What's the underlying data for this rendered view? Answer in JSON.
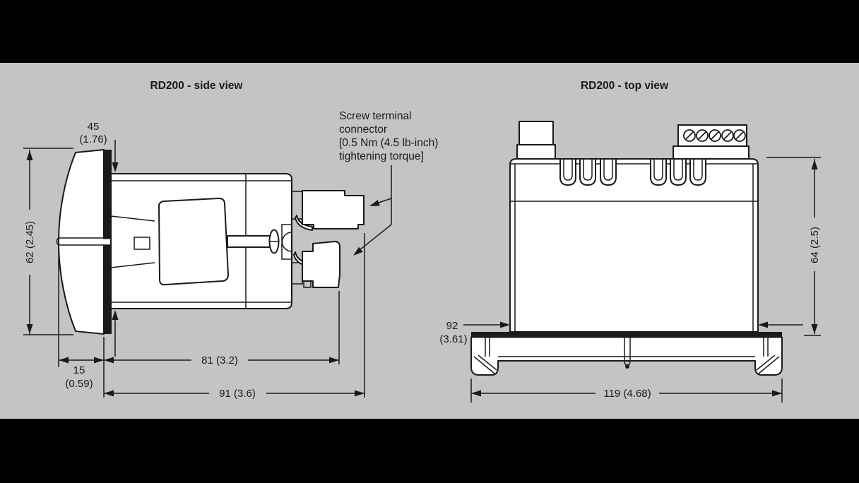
{
  "colors": {
    "letterbox": "#000000",
    "canvas": "#c4c4c4",
    "ink": "#1a1a1a"
  },
  "side_view": {
    "title": "RD200 - side view",
    "connector_label": [
      "Screw terminal",
      "connector",
      "[0.5 Nm (4.5 lb-inch)",
      "tightening torque]"
    ],
    "dims": {
      "body_height_mm": "45",
      "body_height_in": "(1.76)",
      "bezel_height": "62 (2.45)",
      "front_depth_mm": "15",
      "front_depth_in": "(0.59)",
      "behind_panel_depth": "81 (3.2)",
      "overall_depth": "91 (3.6)"
    }
  },
  "top_view": {
    "title": "RD200 - top view",
    "dims": {
      "body_width_mm": "92",
      "body_width_in": "(3.61)",
      "body_depth": "64 (2.5)",
      "overall_width": "119 (4.68)"
    }
  }
}
